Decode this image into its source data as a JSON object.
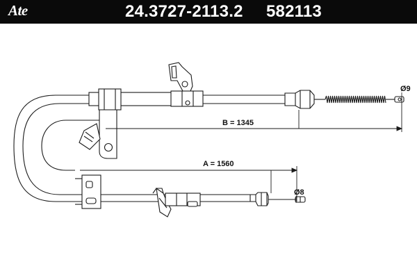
{
  "header": {
    "logo": "Ate",
    "part_number": "24.3727-2113.2",
    "reference_number": "582113"
  },
  "diagram": {
    "dim_b": "B = 1345",
    "dim_a": "A = 1560",
    "diameter_upper": "Ø9",
    "diameter_lower": "Ø8"
  }
}
